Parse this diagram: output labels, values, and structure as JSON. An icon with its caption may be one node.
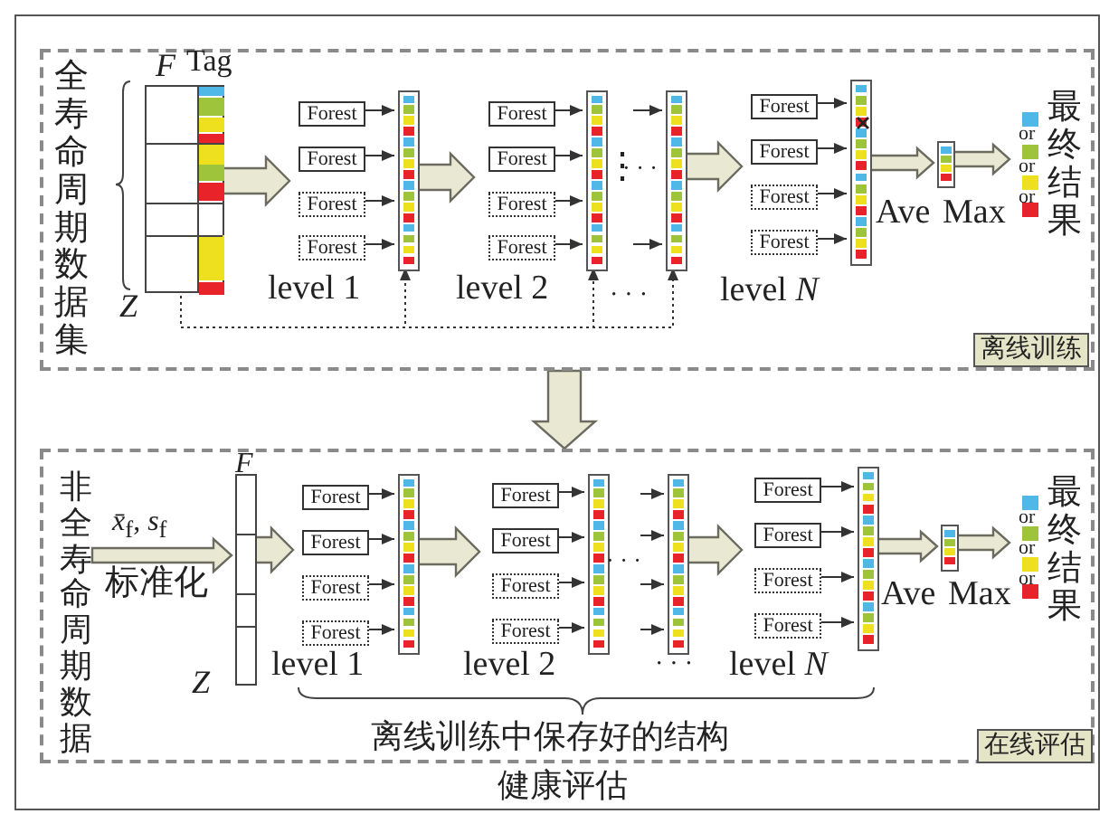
{
  "diagram": {
    "nodes": [
      {
        "text": [
          "离线训练"
        ]
      },
      {
        "text": [],
        "shape": "box",
        "in": 0
      },
      {
        "text": [
          "Forest"
        ],
        "in": 0
      },
      {
        "text": [
          "Forest"
        ],
        "in": 0
      },
      {
        "text": [
          "Forest"
        ],
        "in": 0
      },
      {
        "text": [
          "Forest"
        ],
        "in": 0
      },
      {
        "text": [],
        "shape": "bar",
        "in": 0
      },
      {
        "text": [
          "Forest"
        ],
        "in": 0
      },
      {
        "text": [
          "Forest"
        ],
        "in": 0
      },
      {
        "text": [
          "Forest"
        ],
        "in": 0
      },
      {
        "text": [
          "Forest"
        ],
        "in": 0
      },
      {
        "text": [],
        "shape": "bar",
        "in": 0
      },
      {
        "text": [],
        "shape": "bar",
        "in": 0
      },
      {
        "text": [
          "Forest"
        ],
        "in": 0
      },
      {
        "text": [
          "Forest"
        ],
        "in": 0
      },
      {
        "text": [
          "Forest"
        ],
        "in": 0
      },
      {
        "text": [
          "Forest"
        ],
        "in": 0
      },
      {
        "text": [],
        "shape": "bar",
        "in": 0
      },
      {
        "text": [],
        "shape": "bar",
        "in": 0
      },
      {
        "text": [
          "or",
          "or",
          "or",
          "最终结果"
        ],
        "in": 0
      },
      {
        "text": [
          "在线评估"
        ]
      },
      {
        "text": [
          "非全寿命周期数据"
        ],
        "in": 20
      },
      {
        "text": [],
        "shape": "box",
        "in": 20
      },
      {
        "text": [
          "Forest"
        ],
        "in": 20
      },
      {
        "text": [
          "Forest"
        ],
        "in": 20
      },
      {
        "text": [
          "Forest"
        ],
        "in": 20
      },
      {
        "text": [
          "Forest"
        ],
        "in": 20
      },
      {
        "text": [],
        "shape": "bar",
        "in": 20
      },
      {
        "text": [
          "Forest"
        ],
        "in": 20
      },
      {
        "text": [
          "Forest"
        ],
        "in": 20
      },
      {
        "text": [
          "Forest"
        ],
        "in": 20
      },
      {
        "text": [
          "Forest"
        ],
        "in": 20
      },
      {
        "text": [],
        "shape": "bar",
        "in": 20
      },
      {
        "text": [],
        "shape": "bar",
        "in": 20
      },
      {
        "text": [
          "Forest"
        ],
        "in": 20
      },
      {
        "text": [
          "Forest"
        ],
        "in": 20
      },
      {
        "text": [
          "Forest"
        ],
        "in": 20
      },
      {
        "text": [
          "Forest"
        ],
        "in": 20
      },
      {
        "text": [],
        "shape": "bar",
        "in": 20
      },
      {
        "text": [],
        "shape": "bar",
        "in": 20
      },
      {
        "text": [
          "or",
          "or",
          "or",
          "最终结果"
        ],
        "in": 20
      }
    ],
    "edges": [
      {
        "from": 1,
        "to": null,
        "arrow": "to",
        "style": "thick"
      },
      {
        "from": 2,
        "to": 6,
        "arrow": "to"
      },
      {
        "from": 3,
        "to": 6,
        "arrow": "to"
      },
      {
        "from": 4,
        "to": 6,
        "arrow": "to"
      },
      {
        "from": 5,
        "to": 6,
        "arrow": "to"
      },
      {
        "from": 6,
        "to": null,
        "arrow": "to",
        "style": "thick"
      },
      {
        "from": 7,
        "to": 11,
        "arrow": "to"
      },
      {
        "from": 8,
        "to": 11,
        "arrow": "to"
      },
      {
        "from": 9,
        "to": 11,
        "arrow": "to"
      },
      {
        "from": 10,
        "to": 11,
        "arrow": "to"
      },
      {
        "from": null,
        "to": 12,
        "arrow": "to"
      },
      {
        "from": null,
        "to": 12,
        "arrow": "to"
      },
      {
        "from": 12,
        "to": null,
        "arrow": "to",
        "style": "thick"
      },
      {
        "from": 13,
        "to": 17,
        "arrow": "to"
      },
      {
        "from": 14,
        "to": 17,
        "arrow": "to"
      },
      {
        "from": 15,
        "to": 17,
        "arrow": "to"
      },
      {
        "from": 16,
        "to": 17,
        "arrow": "to"
      },
      {
        "from": 17,
        "to": 18,
        "arrow": "to",
        "style": "thick"
      },
      {
        "from": 18,
        "to": 19,
        "arrow": "to",
        "style": "thick"
      },
      {
        "from": 1,
        "to": 6,
        "arrow": "to",
        "style": "dashed"
      },
      {
        "from": 1,
        "to": 11,
        "arrow": "to",
        "style": "dashed"
      },
      {
        "from": 1,
        "to": 12,
        "arrow": "to",
        "style": "dashed"
      },
      {
        "from": 0,
        "to": 20,
        "arrow": "to",
        "style": "thick"
      },
      {
        "from": 21,
        "to": 22,
        "arrow": "to",
        "style": "thick",
        "label": "标准化"
      },
      {
        "from": 22,
        "to": null,
        "arrow": "to",
        "style": "thick"
      },
      {
        "from": 23,
        "to": 27,
        "arrow": "to"
      },
      {
        "from": 24,
        "to": 27,
        "arrow": "to"
      },
      {
        "from": 25,
        "to": 27,
        "arrow": "to"
      },
      {
        "from": 26,
        "to": 27,
        "arrow": "to"
      },
      {
        "from": 27,
        "to": null,
        "arrow": "to",
        "style": "thick"
      },
      {
        "from": 28,
        "to": 32,
        "arrow": "to"
      },
      {
        "from": 29,
        "to": 32,
        "arrow": "to"
      },
      {
        "from": 30,
        "to": 32,
        "arrow": "to"
      },
      {
        "from": 31,
        "to": 32,
        "arrow": "to"
      },
      {
        "from": null,
        "to": 33,
        "arrow": "to"
      },
      {
        "from": null,
        "to": 33,
        "arrow": "to"
      },
      {
        "from": null,
        "to": 33,
        "arrow": "to"
      },
      {
        "from": null,
        "to": 33,
        "arrow": "to"
      },
      {
        "from": 33,
        "to": null,
        "arrow": "to",
        "style": "thick"
      },
      {
        "from": 34,
        "to": 38,
        "arrow": "to"
      },
      {
        "from": 35,
        "to": 38,
        "arrow": "to"
      },
      {
        "from": 36,
        "to": 38,
        "arrow": "to"
      },
      {
        "from": 37,
        "to": 38,
        "arrow": "to"
      },
      {
        "from": 38,
        "to": 39,
        "arrow": "to",
        "style": "thick"
      },
      {
        "from": 39,
        "to": 40,
        "arrow": "to",
        "style": "thick"
      }
    ],
    "labels": [
      "F",
      "Tag",
      "全寿命周期数据集",
      "Z",
      "level 1",
      "level 2",
      "⋮",
      "· · ·",
      "· · ·",
      "level *N*",
      "Ave",
      "Max",
      "*x̄*$_{f}$, *s*$_{f}$",
      "F",
      "Z",
      "level 1",
      "level 2",
      "· · ·",
      "· · ·",
      "level *N*",
      "Ave",
      "Max",
      "离线训练中保存好的结构",
      "健康评估"
    ]
  }
}
